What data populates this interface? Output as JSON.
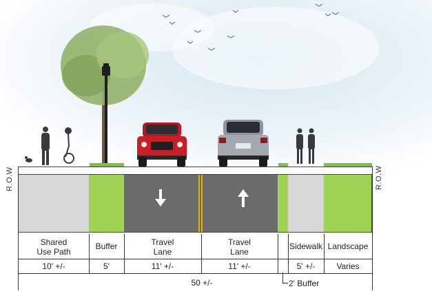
{
  "row_label_left": "R.O.W",
  "row_label_right": "R.O.W",
  "segments": [
    {
      "name": "Shared Use Path",
      "line1": "Shared",
      "line2": "Use Path",
      "width": "10' +/-",
      "color": "#d7d7d7"
    },
    {
      "name": "Buffer",
      "line1": "Buffer",
      "line2": "",
      "width": "5'",
      "color": "#9fd356"
    },
    {
      "name": "Travel Lane",
      "line1": "Travel",
      "line2": "Lane",
      "width": "11' +/-",
      "color": "#6b6b6b",
      "direction": "down"
    },
    {
      "name": "Travel Lane",
      "line1": "Travel",
      "line2": "Lane",
      "width": "11' +/-",
      "color": "#6b6b6b",
      "direction": "up"
    },
    {
      "name": "2' Buffer",
      "line1": "",
      "line2": "",
      "width": "",
      "color": "#9fd356"
    },
    {
      "name": "Sidewalk",
      "line1": "Sidewalk",
      "line2": "",
      "width": "5' +/-",
      "color": "#d7d7d7"
    },
    {
      "name": "Landscape",
      "line1": "Landscape",
      "line2": "",
      "width": "Varies",
      "color": "#9fd356"
    }
  ],
  "small_buffer_label": "2' Buffer",
  "total_width": "50 +/-",
  "colors": {
    "sky": "#e6f1f8",
    "pavement": "#6b6b6b",
    "grass": "#9fd356",
    "concrete": "#d7d7d7",
    "center_line": "#e0b400",
    "vehicle_red": "#c81e24",
    "vehicle_silver": "#9aa0a6"
  }
}
